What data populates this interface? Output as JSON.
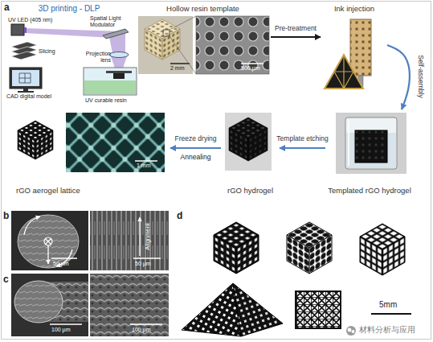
{
  "diagram": {
    "nodes": [
      {
        "text": [
          "3D printing - DLP"
        ]
      },
      {
        "text": [
          "Hollow resin template"
        ]
      },
      {
        "text": [
          "Ink injection"
        ]
      },
      {
        "text": [
          "Templated rGO hydrogel"
        ]
      },
      {
        "text": [
          "rGO hydrogel"
        ]
      },
      {
        "text": [
          "rGO aerogel lattice"
        ]
      }
    ],
    "edges": [
      {
        "from": 1,
        "to": 2,
        "arrow": "to",
        "label": "Pre-treatment"
      },
      {
        "from": 2,
        "to": 3,
        "arrow": "to",
        "label": "Self-assembly"
      },
      {
        "from": 3,
        "to": 4,
        "arrow": "to",
        "label": "Template etching"
      },
      {
        "from": 4,
        "to": 5,
        "arrow": "to",
        "label": "Freeze drying"
      }
    ],
    "labels": [
      "a",
      "UV LED (405 nm)",
      "Spatial Light Modulator",
      "Projection lens",
      "Slicing",
      "CAD digital model",
      "UV curable resin",
      "2 mm",
      "500 μm",
      "1 mm",
      "Annealing",
      "b",
      "50 μm",
      "Alignment",
      "50 μm",
      "c",
      "100 μm",
      "100 μm",
      "d",
      "5mm",
      "材料分析与应用"
    ]
  }
}
